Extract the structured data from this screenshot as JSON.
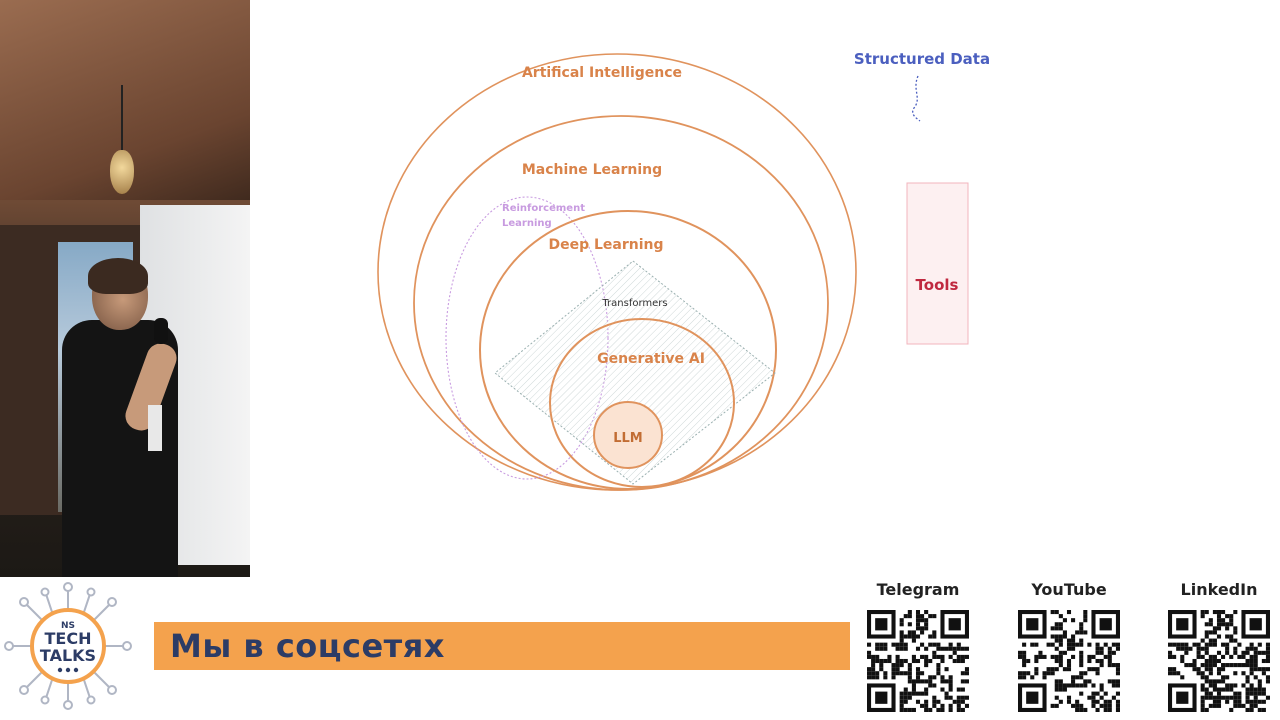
{
  "slide": {
    "labels": {
      "ai": "Artifical Intelligence",
      "ml": "Machine Learning",
      "rl_line1": "Reinforcement",
      "rl_line2": "Learning",
      "dl": "Deep Learning",
      "transformers": "Transformers",
      "genai": "Generative AI",
      "llm": "LLM",
      "structured_data": "Structured Data",
      "tools": "Tools"
    },
    "colors": {
      "circle_stroke": "#e0935d",
      "label_orange": "#d9834a",
      "llm_fill": "#fbe3d2",
      "reinforcement": "#c89be0",
      "structured_data": "#4b5fbf",
      "tools_text": "#c0283f",
      "tools_fill": "#fdf0f1",
      "tools_border": "#f2b4bd"
    }
  },
  "banner": {
    "cta": "Мы в соцсетях",
    "cta_color": "#f4a24d",
    "logo": {
      "line1": "NS",
      "line2": "TECH",
      "line3": "TALKS"
    },
    "socials": [
      {
        "name": "Telegram",
        "icon": "telegram-qr-icon"
      },
      {
        "name": "YouTube",
        "icon": "youtube-qr-icon"
      },
      {
        "name": "LinkedIn",
        "icon": "linkedin-qr-icon"
      }
    ]
  }
}
